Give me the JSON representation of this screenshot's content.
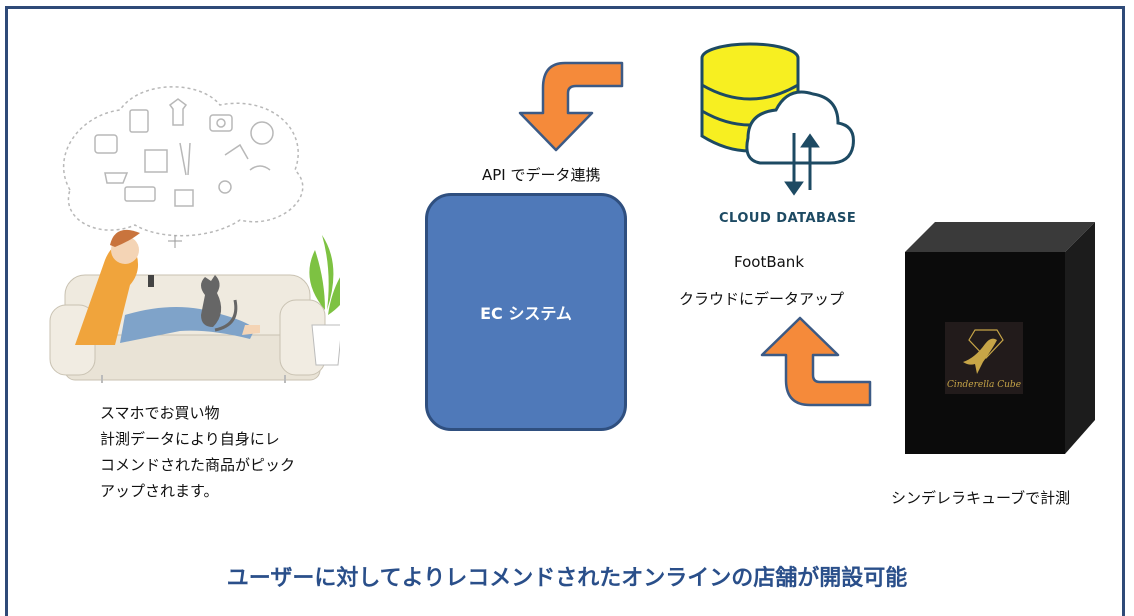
{
  "api_label": "API でデータ連携",
  "ec_label": "EC システム",
  "cloud": {
    "title": "CLOUD DATABASE",
    "name": "FootBank",
    "upload_label": "クラウドにデータアップ"
  },
  "shopper_caption": [
    "スマホでお買い物",
    "計測データにより自身にレ",
    "コメンドされた商品がピック",
    "アップされます。"
  ],
  "cube": {
    "logo_text": "Cinderella Cube",
    "caption": "シンデレラキューブで計測"
  },
  "headline": "ユーザーに対してよりレコメンドされたオンラインの店舗が開設可能",
  "colors": {
    "frame": "#2f4a78",
    "ec_box": "#4f79b9",
    "arrow": "#f58a3a",
    "database": "#f7ef21",
    "headline": "#2a4f8a"
  }
}
